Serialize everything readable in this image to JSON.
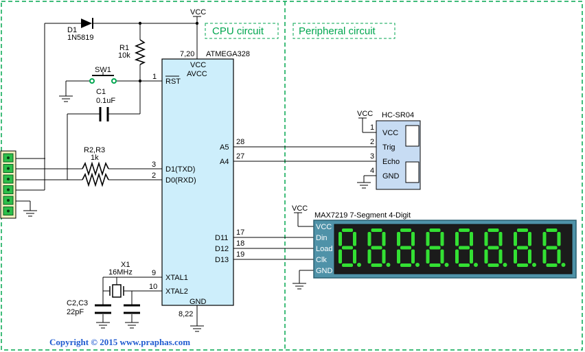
{
  "sections": {
    "cpu": "CPU circuit",
    "peripheral": "Peripheral circuit"
  },
  "power": {
    "vcc": "VCC"
  },
  "mcu": {
    "name": "ATMEGA328",
    "vcc_pins": "7,20",
    "gnd_pins": "8,22",
    "left_pins": [
      {
        "num": "1",
        "name": "RST"
      },
      {
        "num": "3",
        "name": "D1(TXD)"
      },
      {
        "num": "2",
        "name": "D0(RXD)"
      },
      {
        "num": "9",
        "name": "XTAL1"
      },
      {
        "num": "10",
        "name": "XTAL2"
      }
    ],
    "right_pins": [
      {
        "num": "28",
        "name": "A5"
      },
      {
        "num": "27",
        "name": "A4"
      },
      {
        "num": "17",
        "name": "D11"
      },
      {
        "num": "18",
        "name": "D12"
      },
      {
        "num": "19",
        "name": "D13"
      }
    ],
    "top_labels": [
      "VCC",
      "AVCC"
    ],
    "bottom_label": "GND"
  },
  "parts": {
    "d1": {
      "ref": "D1",
      "value": "1N5819"
    },
    "r1": {
      "ref": "R1",
      "value": "10k"
    },
    "sw1": {
      "ref": "SW1"
    },
    "c1": {
      "ref": "C1",
      "value": "0.1uF"
    },
    "r23": {
      "ref": "R2,R3",
      "value": "1k"
    },
    "x1": {
      "ref": "X1",
      "value": "16MHz"
    },
    "c23": {
      "ref": "C2,C3",
      "value": "22pF"
    }
  },
  "sensor": {
    "name": "HC-SR04",
    "pins": [
      {
        "num": "1",
        "name": "VCC"
      },
      {
        "num": "2",
        "name": "Trig"
      },
      {
        "num": "3",
        "name": "Echo"
      },
      {
        "num": "4",
        "name": "GND"
      }
    ]
  },
  "display": {
    "name": "MAX7219  7-Segment  4-Digit",
    "pins": [
      "VCC",
      "Din",
      "Load",
      "Clk",
      "GND"
    ],
    "digits": 8,
    "digit_text": "8.8.8.8.8.8.8.8.",
    "colors": {
      "board": "#4f92a8",
      "segment": "#33e033",
      "wire": "#000000",
      "mcu_fill": "#cdeefb"
    }
  },
  "footer": {
    "copyright": "Copyright © 2015 www.praphas.com"
  }
}
